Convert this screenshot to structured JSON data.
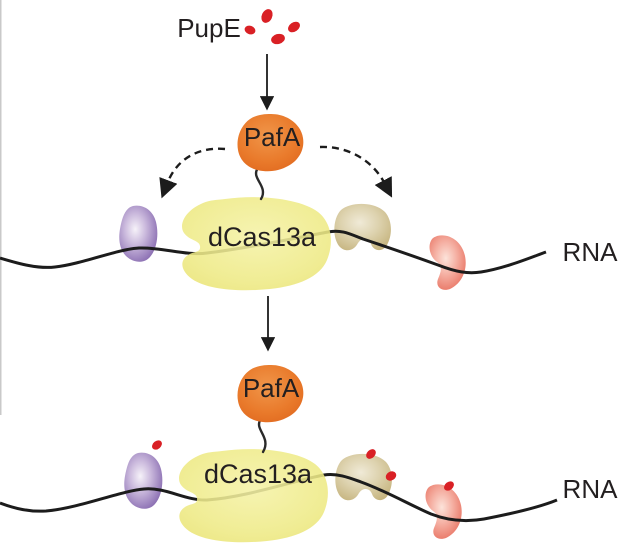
{
  "labels": {
    "pupe": "PupE",
    "pafa_top": "PafA",
    "dcas13a_top": "dCas13a",
    "rna_top": "RNA",
    "pafa_bottom": "PafA",
    "dcas13a_bottom": "dCas13a",
    "rna_bottom": "RNA"
  },
  "colors": {
    "pup_red": "#d92025",
    "pafa_orange": "#e97a2b",
    "dcas_yellow": "#eeea85",
    "target_purple_outer": "#7b5ca8",
    "target_tan_outer": "#c1ae75",
    "target_pink_outer": "#e4604e",
    "line_black": "#1c1c1c",
    "text_dark": "#231f20",
    "edge_gray": "#c9c9c9"
  },
  "icons": {
    "pup_molecules": "red oval Pup tags",
    "down_arrow": "reaction arrow",
    "dashed_arrows": "proximity labeling arrows",
    "rna_strand": "black wavy RNA line"
  }
}
